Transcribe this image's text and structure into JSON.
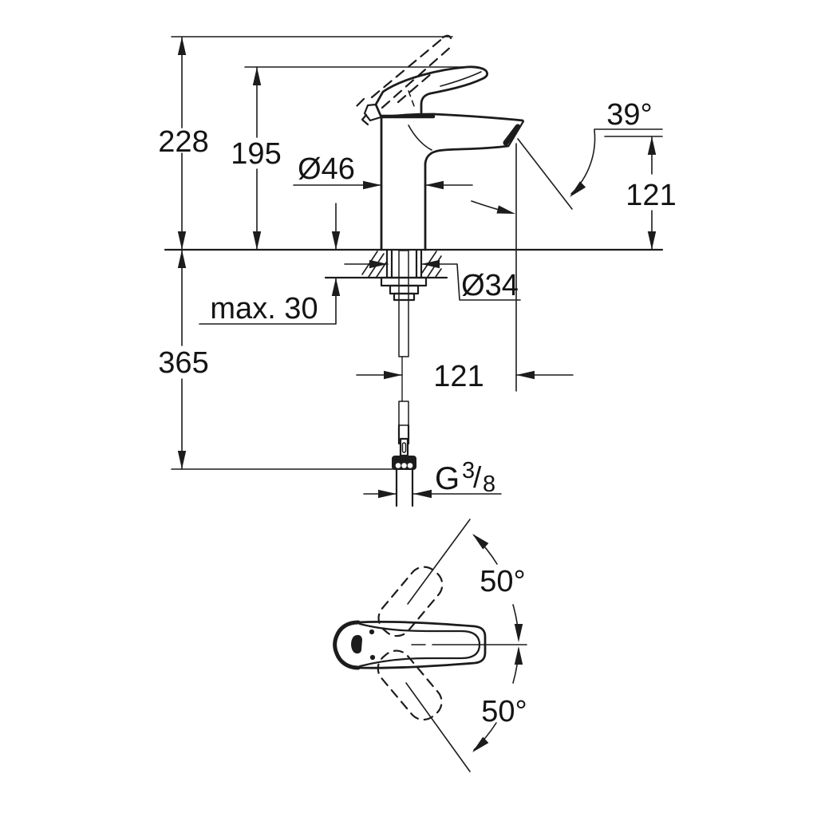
{
  "drawing": {
    "background": "#ffffff",
    "line_color": "#1c1c1c",
    "main_view": {
      "dim_total_height": "228",
      "dim_handle_height": "195",
      "dim_body_diameter": "Ø46",
      "dim_spray_angle": "39°",
      "dim_spout_height": "121",
      "dim_hole_diameter": "Ø34",
      "dim_deck_thickness": "max. 30",
      "dim_hose_length": "365",
      "dim_spout_reach": "121",
      "thread": {
        "prefix": "G",
        "numerator": "3",
        "slash": "/",
        "denominator": "8"
      }
    },
    "top_view": {
      "dim_swivel_upper": "50°",
      "dim_swivel_lower": "50°"
    }
  }
}
